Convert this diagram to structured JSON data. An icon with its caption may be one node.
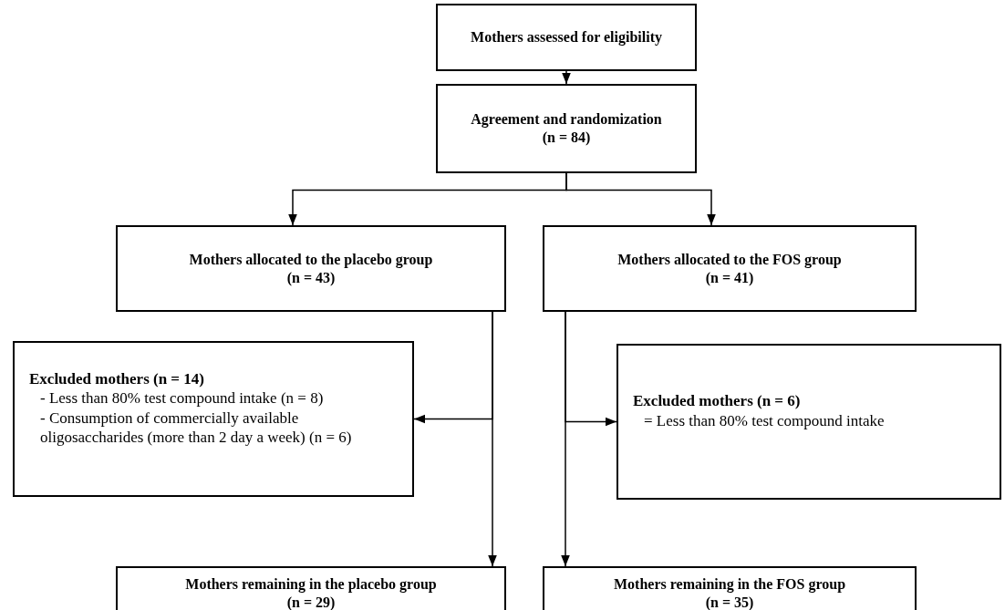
{
  "diagram": {
    "nodes": [
      {
        "text": [
          "Mothers assessed for eligibility"
        ]
      },
      {
        "text": [
          "Agreement and randomization",
          "(n = 84)"
        ]
      },
      {
        "text": [
          "Mothers allocated to the placebo group",
          "(n = 43)"
        ]
      },
      {
        "text": [
          "Mothers allocated to the FOS group",
          "(n = 41)"
        ]
      },
      {
        "text": [
          "Excluded mothers (n = 14)",
          "- Less than 80% test compound intake (n = 8)",
          "- Consumption of commercially available oligosaccharides  (more than 2 day a week) (n = 6)"
        ]
      },
      {
        "text": [
          "Excluded mothers (n = 6)",
          "= Less than 80% test compound intake"
        ]
      },
      {
        "text": [
          "Mothers remaining in the placebo group",
          "(n = 29)"
        ]
      },
      {
        "text": [
          "Mothers remaining in the FOS group",
          "(n = 35)"
        ]
      }
    ],
    "edges": [
      {
        "from": 0,
        "to": 1,
        "arrow": "to"
      },
      {
        "from": 1,
        "to": 2,
        "arrow": "to"
      },
      {
        "from": 1,
        "to": 3,
        "arrow": "to"
      },
      {
        "from": 2,
        "to": 4,
        "arrow": "to"
      },
      {
        "from": 2,
        "to": 6,
        "arrow": "to"
      },
      {
        "from": 3,
        "to": 5,
        "arrow": "to"
      },
      {
        "from": 3,
        "to": 7,
        "arrow": "to"
      }
    ]
  }
}
